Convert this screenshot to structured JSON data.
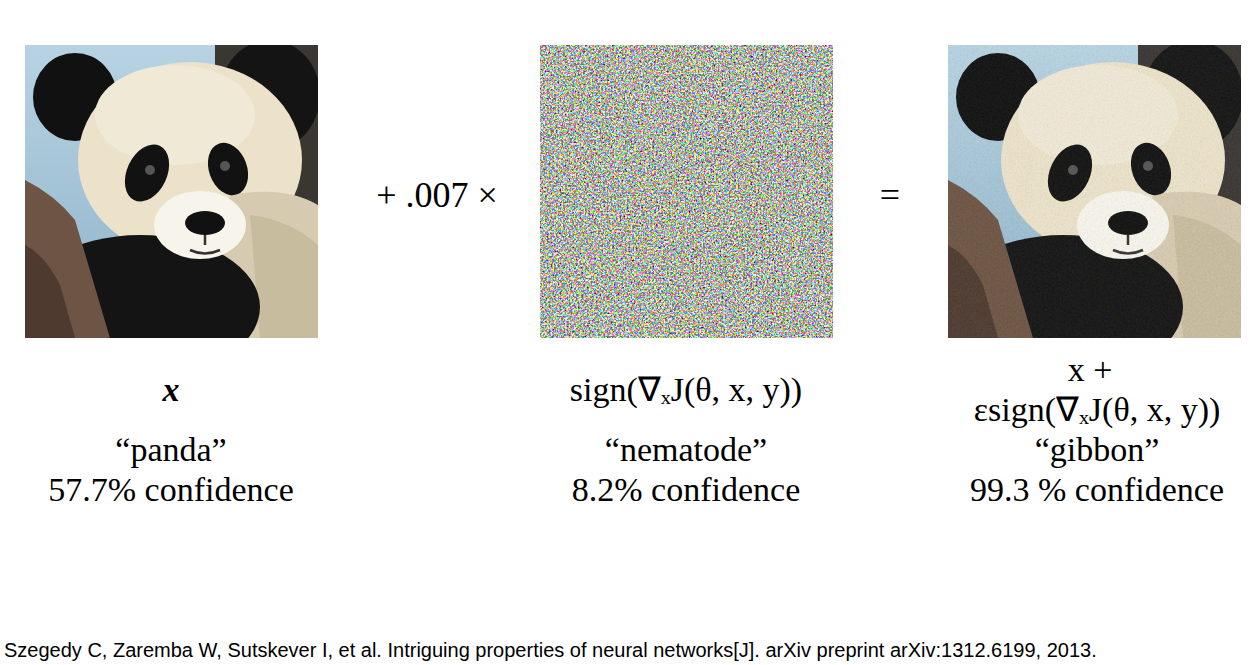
{
  "diagram": {
    "labels": [
      "+ .007 ×",
      "=",
      "x",
      "“panda”",
      "57.7% confidence",
      "sign(∇ₓJ(θ, x, y))",
      "“nematode”",
      "8.2% confidence",
      "x +",
      "εsign(∇ₓJ(θ, x, y))",
      "“gibbon”",
      "99.3 % confidence",
      "Szegedy C, Zaremba W, Sutskever I, et al. Intriguing properties of neural networks[J]. arXiv preprint arXiv:1312.6199, 2013."
    ]
  }
}
